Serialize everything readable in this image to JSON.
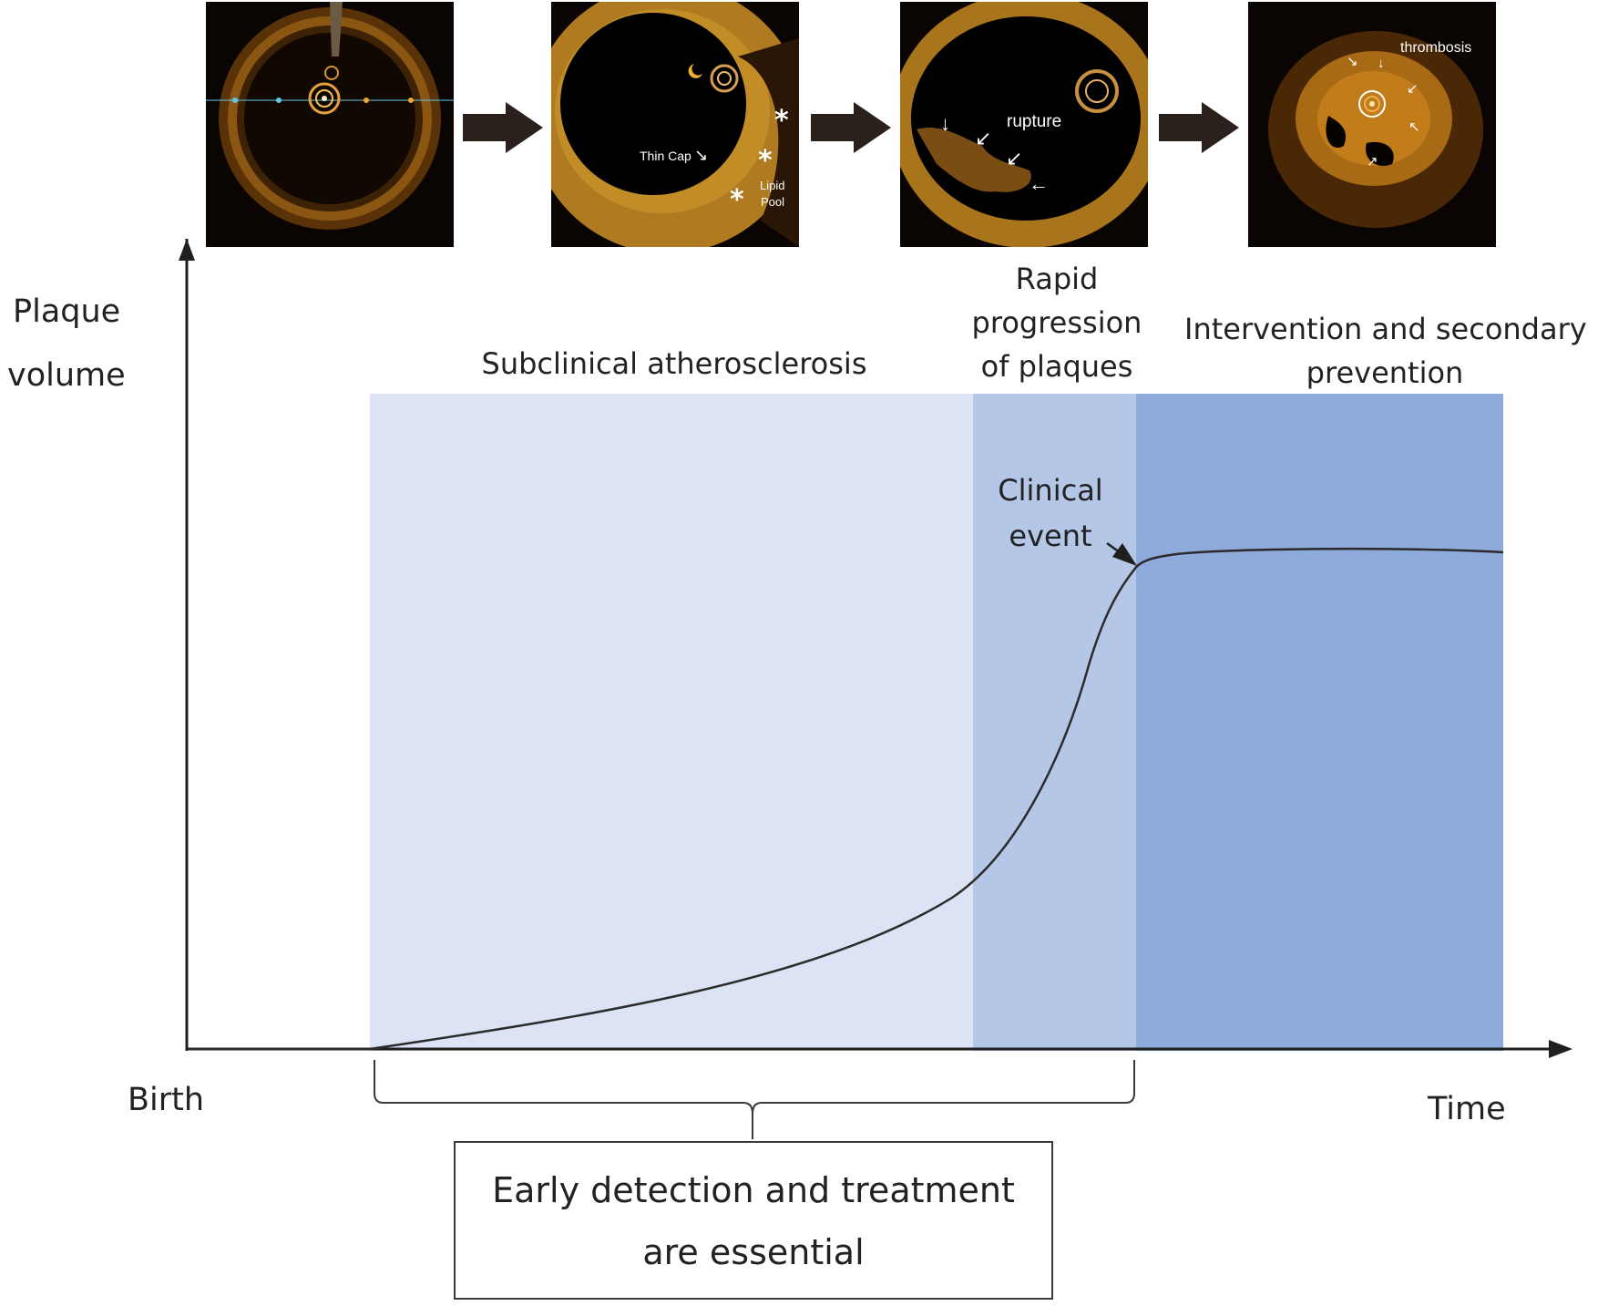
{
  "oct_images": [
    {
      "labels": []
    },
    {
      "labels": [
        "Thin Cap",
        "Lipid",
        "Pool"
      ]
    },
    {
      "labels": [
        "rupture"
      ]
    },
    {
      "labels": [
        "thrombosis"
      ]
    }
  ],
  "axes": {
    "y_label_line1": "Plaque",
    "y_label_line2": "volume",
    "x_start_label": "Birth",
    "x_end_label": "Time"
  },
  "phases": {
    "subclinical": "Subclinical atherosclerosis",
    "rapid_line1": "Rapid",
    "rapid_line2": "progression",
    "rapid_line3": "of plaques",
    "intervention_line1": "Intervention and secondary",
    "intervention_line2": "prevention"
  },
  "annotation": {
    "line1": "Clinical",
    "line2": "event"
  },
  "note": {
    "line1": "Early detection and treatment",
    "line2": "are essential"
  },
  "colors": {
    "subclinical_region": "#dbe3f4",
    "rapid_region": "#b4c7e7",
    "intervention_region": "#8faadc",
    "curve": "#2b2b2b",
    "flow_arrow": "#2a211d",
    "oct_tissue": "#c8892a"
  }
}
